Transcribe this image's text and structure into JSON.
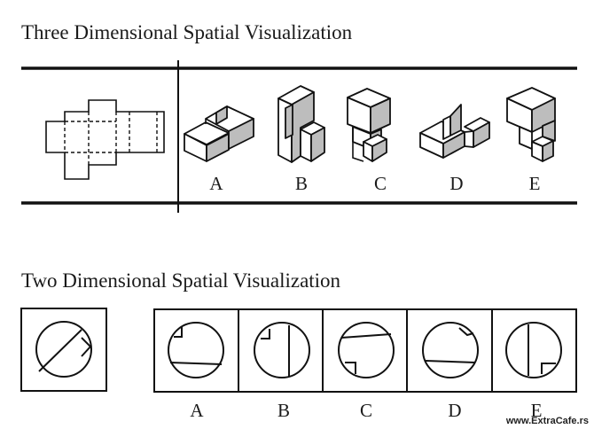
{
  "sections": {
    "three_d": {
      "title": "Three Dimensional Spatial Visualization",
      "options": [
        "A",
        "B",
        "C",
        "D",
        "E"
      ]
    },
    "two_d": {
      "title": "Two Dimensional Spatial Visualization",
      "options": [
        "A",
        "B",
        "C",
        "D",
        "E"
      ]
    }
  },
  "watermark": "www.ExtraCafe.rs"
}
